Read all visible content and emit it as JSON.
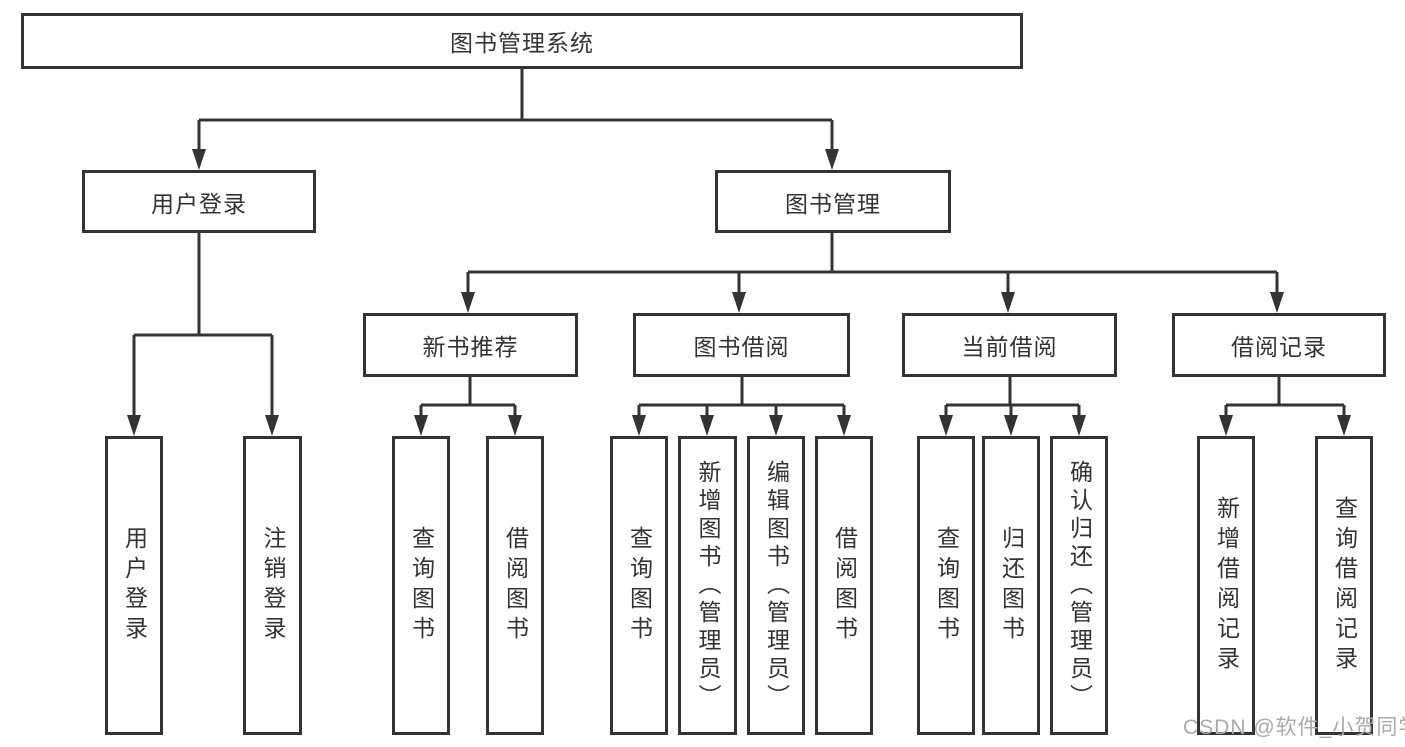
{
  "diagram": {
    "root": {
      "label": "图书管理系统"
    },
    "level2": [
      {
        "label": "用户登录"
      },
      {
        "label": "图书管理"
      }
    ],
    "level3": [
      {
        "label": "新书推荐"
      },
      {
        "label": "图书借阅"
      },
      {
        "label": "当前借阅"
      },
      {
        "label": "借阅记录"
      }
    ],
    "leaves": [
      {
        "label": "用户登录"
      },
      {
        "label": "注销登录"
      },
      {
        "label": "查询图书"
      },
      {
        "label": "借阅图书"
      },
      {
        "label": "查询图书"
      },
      {
        "label": "新增图书（管理员）"
      },
      {
        "label": "编辑图书（管理员）"
      },
      {
        "label": "借阅图书"
      },
      {
        "label": "查询图书"
      },
      {
        "label": "归还图书"
      },
      {
        "label": "确认归还（管理员）"
      },
      {
        "label": "新增借阅记录"
      },
      {
        "label": "查询借阅记录"
      }
    ],
    "watermark": "CSDN @软件_小贺同学",
    "colors": {
      "line": "#333333",
      "text": "#333333",
      "watermark": "#a8aaac",
      "background": "#ffffff"
    }
  }
}
